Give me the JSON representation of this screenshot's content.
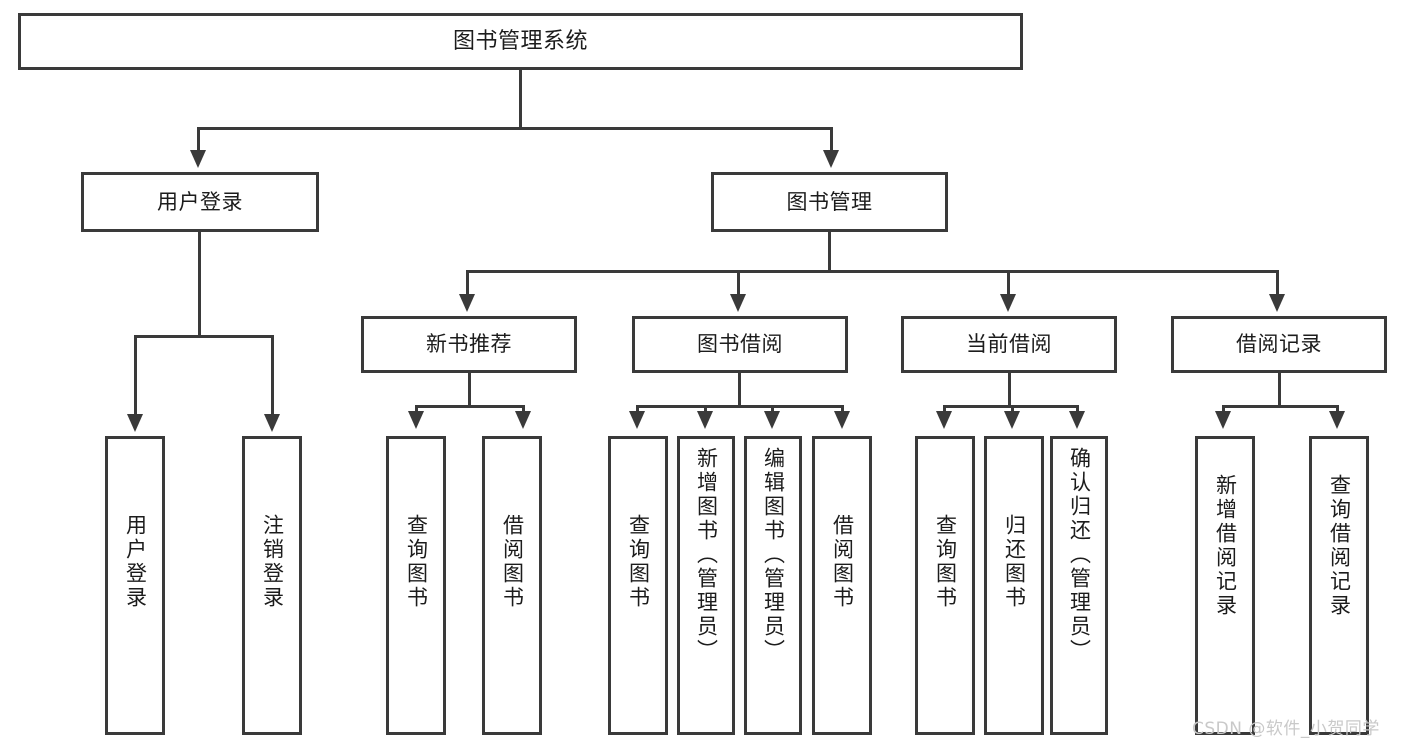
{
  "diagram": {
    "title": "图书管理系统",
    "type": "tree-hierarchy-diagram",
    "colors": {
      "stroke": "#3a3a3a",
      "text": "#1c1c1c",
      "background": "#ffffff",
      "watermark": "#c9c9c9"
    },
    "root": {
      "label": "图书管理系统"
    },
    "level2": [
      {
        "label": "用户登录"
      },
      {
        "label": "图书管理"
      }
    ],
    "level3": [
      {
        "label": "新书推荐"
      },
      {
        "label": "图书借阅"
      },
      {
        "label": "当前借阅"
      },
      {
        "label": "借阅记录"
      }
    ],
    "leaves": {
      "user_login": [
        {
          "label": "用户登录"
        },
        {
          "label": "注销登录"
        }
      ],
      "new_book_recommend": [
        {
          "label": "查询图书"
        },
        {
          "label": "借阅图书"
        }
      ],
      "book_borrow": [
        {
          "label": "查询图书"
        },
        {
          "label": "新增图书（管理员）"
        },
        {
          "label": "编辑图书（管理员）"
        },
        {
          "label": "借阅图书"
        }
      ],
      "current_borrow": [
        {
          "label": "查询图书"
        },
        {
          "label": "归还图书"
        },
        {
          "label": "确认归还（管理员）"
        }
      ],
      "borrow_record": [
        {
          "label": "新增借阅记录"
        },
        {
          "label": "查询借阅记录"
        }
      ]
    },
    "watermark": "CSDN @软件_小贺同学"
  }
}
